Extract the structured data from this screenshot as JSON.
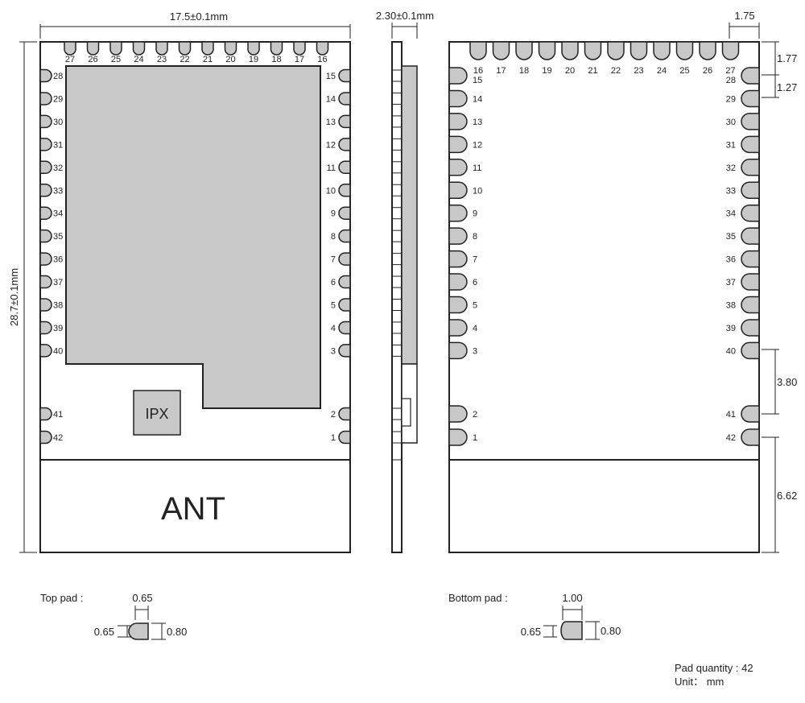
{
  "dimensions": {
    "width": "17.5±0.1mm",
    "height": "28.7±0.1mm",
    "thickness": "2.30±0.1mm",
    "pin_pitch_top": "1.75",
    "top_offset": "1.77",
    "row_pitch": "1.27",
    "gap_40_41": "3.80",
    "ant_height": "6.62"
  },
  "top_view": {
    "top_pins": [
      "27",
      "26",
      "25",
      "24",
      "23",
      "22",
      "21",
      "20",
      "19",
      "18",
      "17",
      "16"
    ],
    "left_pins": [
      "28",
      "29",
      "30",
      "31",
      "32",
      "33",
      "34",
      "35",
      "36",
      "37",
      "38",
      "39",
      "40"
    ],
    "right_pins": [
      "15",
      "14",
      "13",
      "12",
      "11",
      "10",
      "9",
      "8",
      "7",
      "6",
      "5",
      "4",
      "3"
    ],
    "left_pins_low": [
      "41",
      "42"
    ],
    "right_pins_low": [
      "2",
      "1"
    ],
    "ipx_label": "IPX",
    "ant_label": "ANT"
  },
  "bottom_view": {
    "top_pins": [
      "16",
      "17",
      "18",
      "19",
      "20",
      "21",
      "22",
      "23",
      "24",
      "25",
      "26",
      "27"
    ],
    "left_pins": [
      "15",
      "14",
      "13",
      "12",
      "11",
      "10",
      "9",
      "8",
      "7",
      "6",
      "5",
      "4",
      "3"
    ],
    "right_pins": [
      "28",
      "29",
      "30",
      "31",
      "32",
      "33",
      "34",
      "35",
      "36",
      "37",
      "38",
      "39",
      "40"
    ],
    "left_pins_low": [
      "2",
      "1"
    ],
    "right_pins_low": [
      "41",
      "42"
    ]
  },
  "top_pad": {
    "label": "Top pad :",
    "width": "0.65",
    "left": "0.65",
    "height": "0.80"
  },
  "bottom_pad": {
    "label": "Bottom pad :",
    "width": "1.00",
    "left": "0.65",
    "height": "0.80"
  },
  "notes": {
    "pad_quantity": "Pad quantity : 42",
    "unit": "Unit： mm"
  }
}
